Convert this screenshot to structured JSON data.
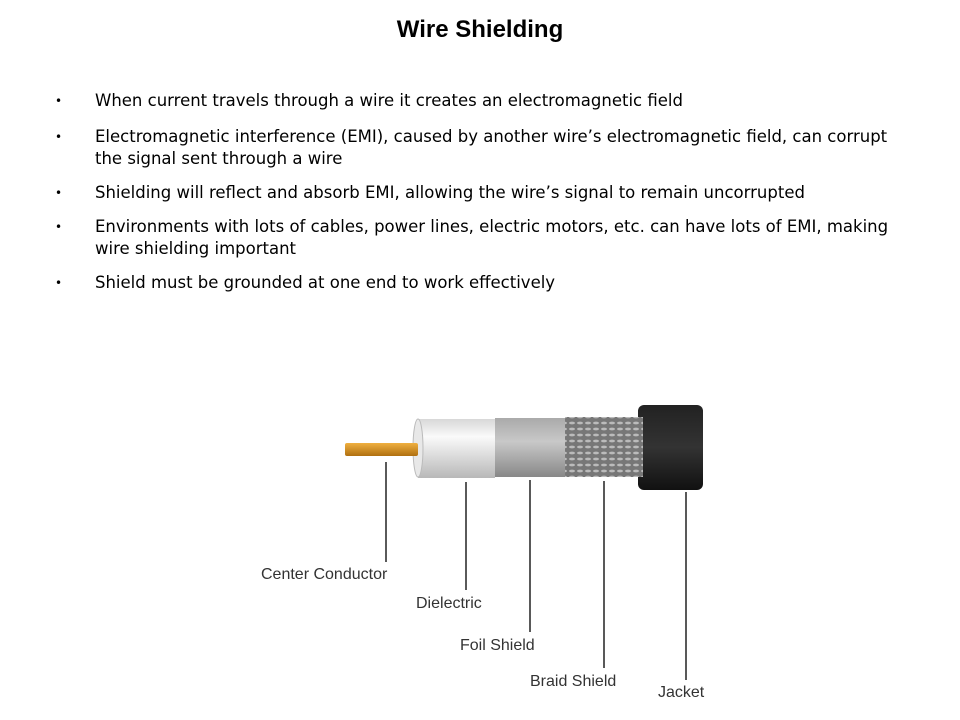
{
  "title": "Wire Shielding",
  "bullets": [
    "When current travels through a wire it creates an electromagnetic field",
    "Electromagnetic interference (EMI), caused by another wire’s electromagnetic field, can corrupt the signal sent through a wire",
    "Shielding will reflect and absorb EMI, allowing the wire’s signal to remain uncorrupted",
    "Environments with lots of cables, power lines, electric motors, etc. can have lots of EMI, making wire shielding important",
    "Shield must be grounded at one end to work effectively"
  ],
  "bullet_glyph": "•",
  "diagram": {
    "labels": [
      "Center Conductor",
      "Dielectric",
      "Foil Shield",
      "Braid Shield",
      "Jacket"
    ]
  }
}
